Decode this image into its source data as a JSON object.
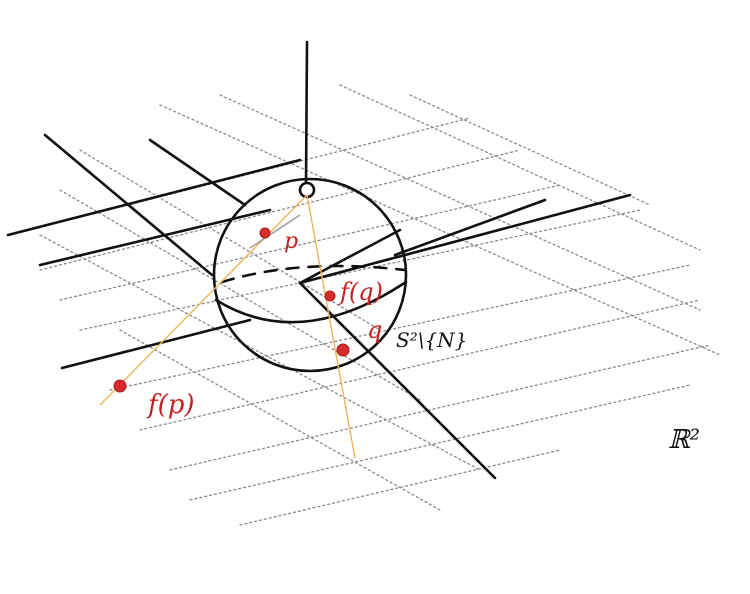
{
  "labels": {
    "p": "p",
    "fq": "f(q)",
    "q": "q",
    "fp": "f(p)",
    "sphere": "S²\\{N}",
    "plane": "ℝ²"
  },
  "colors": {
    "ink": "#111111",
    "grid": "#8a8a8a",
    "projection": "#f2b45a",
    "point": "#d92b2b",
    "label": "#c42323"
  }
}
